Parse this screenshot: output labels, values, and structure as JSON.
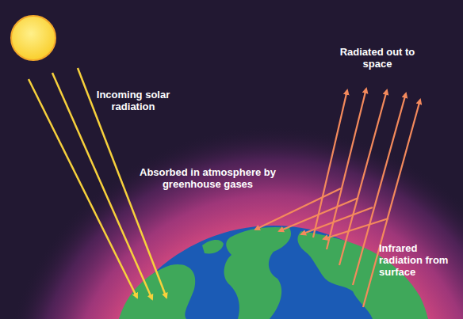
{
  "diagram": {
    "labels": [
      "Incoming solar radiation",
      "Radiated out to space",
      "Absorbed in atmosphere by greenhouse gases",
      "Infrared radiation from surface"
    ]
  }
}
